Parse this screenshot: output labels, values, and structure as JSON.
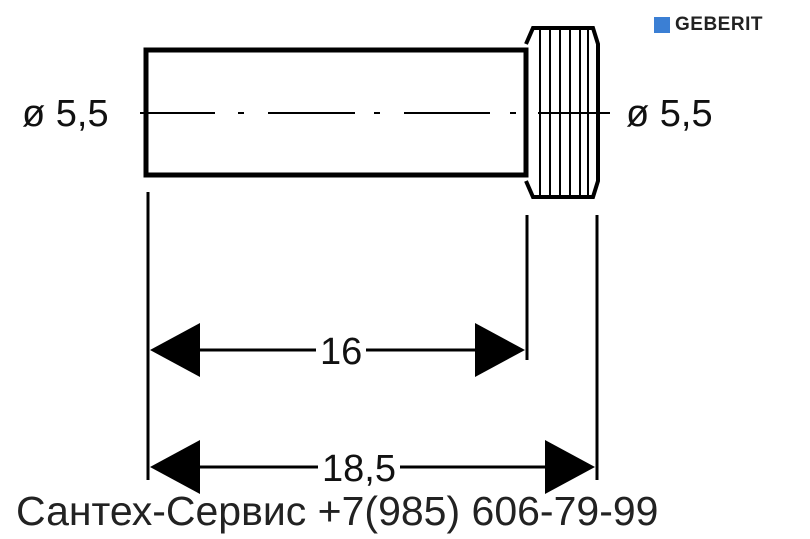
{
  "brand": {
    "name": "GEBERIT",
    "color": "#3b7fd4"
  },
  "labels": {
    "diameter_left": "ø 5,5",
    "diameter_right": "ø 5,5",
    "dimension_short": "16",
    "dimension_long": "18,5"
  },
  "footer": {
    "text": "Сантех-Сервис +7(985) 606-79-99"
  }
}
